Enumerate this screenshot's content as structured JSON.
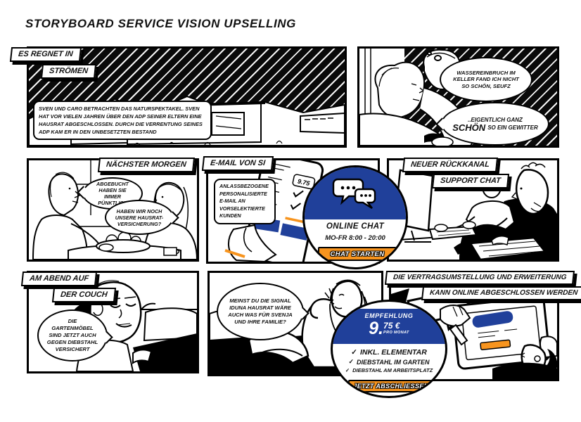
{
  "page": {
    "title": "STORYBOARD SERVICE VISION UPSELLING"
  },
  "colors": {
    "brand_blue": "#20409a",
    "accent_orange": "#f7941e",
    "ink": "#111111"
  },
  "icons": {
    "check": "✓"
  },
  "panels": {
    "p1": {
      "label_line1": "ES REGNET IN",
      "label_line2": "STRÖMEN",
      "caption": "SVEN UND CARO BETRACHTEN DAS NATURSPEKTAKEL. SVEN HAT VOR VIELEN JAHREN ÜBER DEN ADP SEINER ELTERN EINE HAUSRAT ABGESCHLOSSEN. DURCH DIE VERRENTUNG SEINES ADP KAM ER IN DEN UNBESETZTEN BESTAND"
    },
    "p2": {
      "thought": "WASSEREINBRUCH IM KELLER FAND ICH NICHT SO SCHÖN, SEUFZ",
      "speech_line1": "..EIGENTLICH GANZ",
      "speech_emphasis": "SCHÖN",
      "speech_line2": "SO EIN GEWITTER"
    },
    "p3": {
      "label": "NÄCHSTER MORGEN",
      "bubble_sven": "ABGEBUCHT HABEN SIE IMMER PÜNKTLICH",
      "bubble_caro": "HABEN WIR NOCH UNSERE HAUSRAT-VERSICHERUNG?"
    },
    "p4": {
      "label": "E-MAIL VON SI",
      "caption": "ANLASSBEZOGENE PERSONALISIERTE E-MAIL AN VORSELEKTIERTE KUNDEN",
      "phone_price": "9.75"
    },
    "p5": {
      "label_line1": "NEUER RÜCKKANAL",
      "label_line2": "SUPPORT CHAT"
    },
    "p6": {
      "label_line1": "AM ABEND AUF",
      "label_line2": "DER COUCH",
      "bubble": "DIE GARTENMÖBEL SIND JETZT AUCH GEGEN DIEBSTAHL VERSICHERT"
    },
    "p7": {
      "bubble": "MEINST DU DIE SIGNAL IDUNA HAUSRAT WÄRE AUCH WAS FÜR SVENJA UND IHRE FAMILIE?"
    },
    "p8": {
      "label_line1": "DIE VERTRAGSUMSTELLUNG UND ERWEITERUNG",
      "label_line2": "KANN ONLINE ABGESCHLOSSEN WERDEN"
    }
  },
  "chat_badge": {
    "title": "ONLINE CHAT",
    "hours": "MO-FR 8:00 - 20:00",
    "button": "CHAT STARTEN"
  },
  "offer_badge": {
    "title": "EMPFEHLUNG",
    "price_main": "9.",
    "price_sup": "75 €",
    "price_period": "PRO MONAT",
    "features": [
      "INKL. ELEMENTAR",
      "DIEBSTAHL IM GARTEN",
      "DIEBSTAHL AM ARBEITSPLATZ"
    ],
    "button": "JETZT ABSCHLIESSEN"
  }
}
